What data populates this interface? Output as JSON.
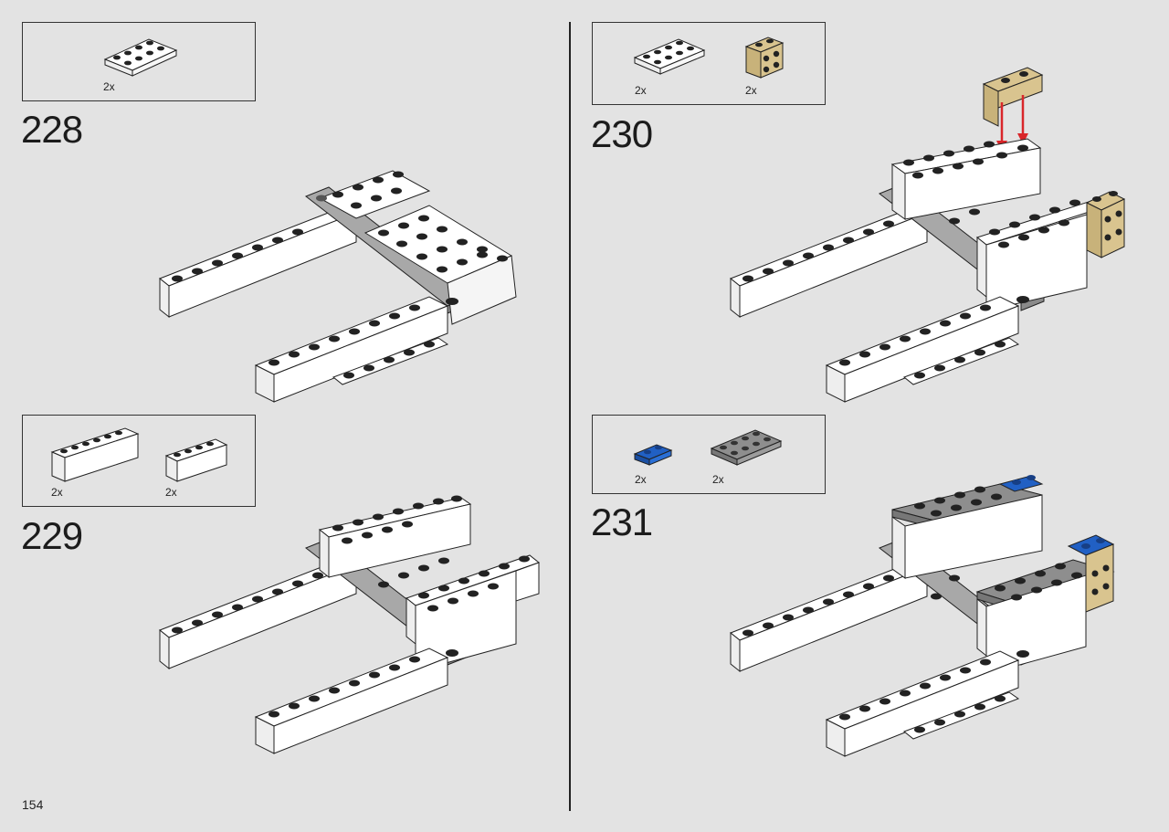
{
  "page_number": "154",
  "colors": {
    "background": "#e3e3e3",
    "white_brick": "#ffffff",
    "light_gray": "#a8a8a8",
    "dark_gray": "#6e6e6e",
    "tan": "#d9c48f",
    "blue": "#2160c4",
    "arrow_red": "#d9262a"
  },
  "steps": [
    {
      "number": "228",
      "parts": [
        {
          "qty": "2x",
          "part_icon": "white-plate-2x4-icon"
        }
      ]
    },
    {
      "number": "229",
      "parts": [
        {
          "qty": "2x",
          "part_icon": "white-brick-1x6-icon"
        },
        {
          "qty": "2x",
          "part_icon": "white-brick-1x4-icon"
        }
      ]
    },
    {
      "number": "230",
      "parts": [
        {
          "qty": "2x",
          "part_icon": "white-plate-2x4-icon"
        },
        {
          "qty": "2x",
          "part_icon": "tan-bracket-icon"
        }
      ]
    },
    {
      "number": "231",
      "parts": [
        {
          "qty": "2x",
          "part_icon": "blue-plate-1x2-icon"
        },
        {
          "qty": "2x",
          "part_icon": "gray-plate-2x4-icon"
        }
      ]
    }
  ]
}
